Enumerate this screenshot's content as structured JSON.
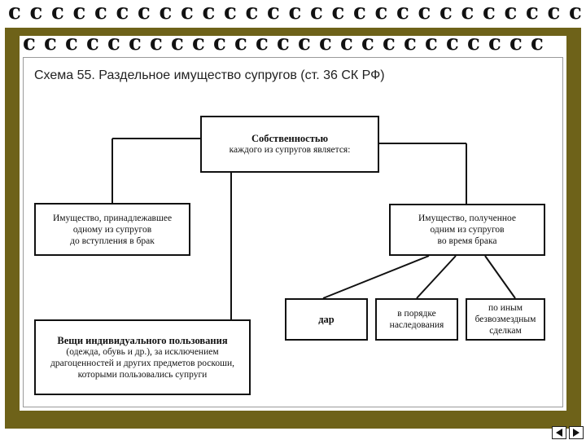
{
  "title": "Схема 55. Раздельное имущество супругов (ст. 36 СК РФ)",
  "boxes": {
    "root": {
      "line1": "Собственностью",
      "line2": "каждого из супругов является:"
    },
    "before_marriage": {
      "line1": "Имущество, принадлежавшее",
      "line2": "одному из супругов",
      "line3": "до вступления в брак"
    },
    "during_marriage": {
      "line1": "Имущество, полученное",
      "line2": "одним из супругов",
      "line3": "во время брака"
    },
    "gift": {
      "line1": "дар"
    },
    "inheritance": {
      "line1": "в порядке",
      "line2": "наследования"
    },
    "other_free": {
      "line1": "по иным",
      "line2": "безвозмездным",
      "line3": "сделкам"
    },
    "personal_use": {
      "line1": "Вещи индивидуального пользования",
      "line2": "(одежда, обувь и др.), за исключением",
      "line3": "драгоценностей и других предметов роскоши,",
      "line4": "которыми пользовались супруги"
    }
  },
  "colors": {
    "frame": "#6e6219",
    "lines": "#111111"
  },
  "nav": {
    "prev_icon": "triangle-left-icon",
    "next_icon": "triangle-right-icon"
  }
}
